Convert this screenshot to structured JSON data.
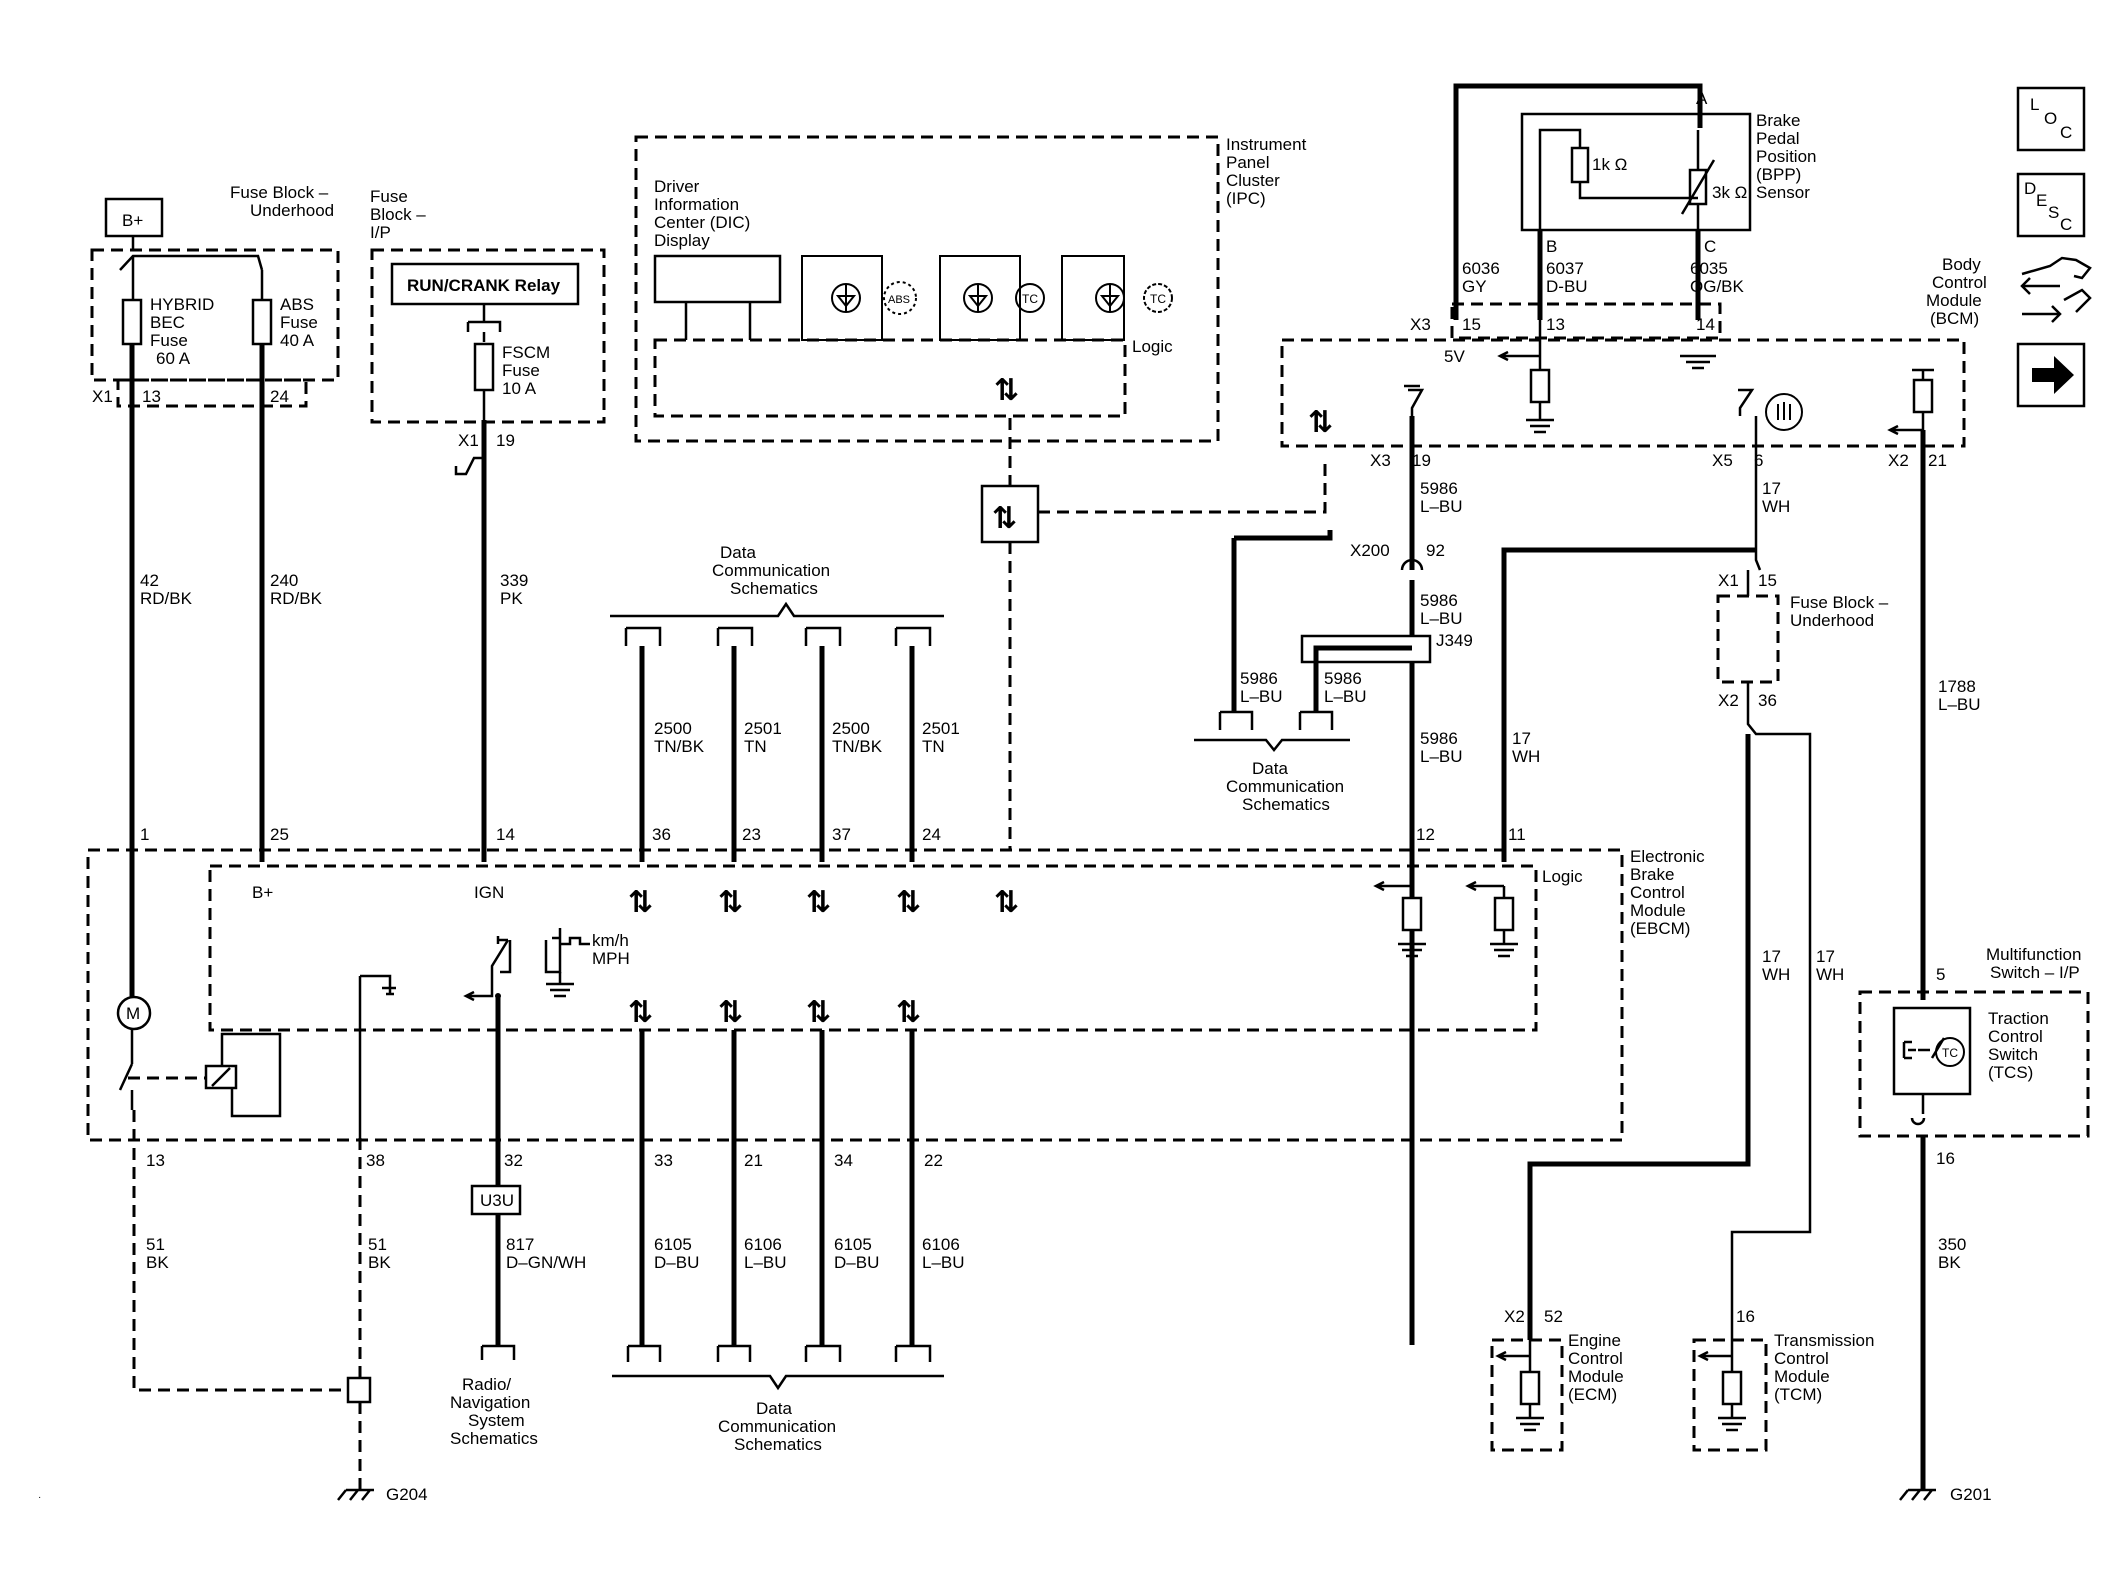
{
  "power": {
    "bplus": "B+"
  },
  "fuse_underhood": {
    "title": [
      "Fuse Block –",
      "Underhood"
    ],
    "hybrid": [
      "HYBRID",
      "BEC",
      "Fuse",
      "60 A"
    ],
    "abs": [
      "ABS",
      "Fuse",
      "40 A"
    ],
    "conn": "X1",
    "pin_a": "13",
    "pin_b": "24"
  },
  "fuse_ip": {
    "title": [
      "Fuse",
      "Block –",
      "I/P"
    ],
    "relay": "RUN/CRANK Relay",
    "fscm": [
      "FSCM",
      "Fuse",
      "10 A"
    ],
    "conn": "X1",
    "pin": "19"
  },
  "ipc": {
    "title": [
      "Instrument",
      "Panel",
      "Cluster",
      "(IPC)"
    ],
    "dic": [
      "Driver",
      "Information",
      "Center (DIC)",
      "Display"
    ],
    "logic": "Logic",
    "icons": [
      "ABS",
      "TC",
      "TC"
    ]
  },
  "bpp": {
    "title": [
      "Brake",
      "Pedal",
      "Position",
      "(BPP)",
      "Sensor"
    ],
    "r1": "1k Ω",
    "r2": "3k Ω",
    "pin_a": "A",
    "pin_b": "B",
    "pin_c": "C"
  },
  "bpp_wires": [
    {
      "circuit": "6036",
      "color": "GY"
    },
    {
      "circuit": "6037",
      "color": "D-BU"
    },
    {
      "circuit": "6035",
      "color": "OG/BK"
    }
  ],
  "bcm": {
    "title": [
      "Body",
      "Control",
      "Module",
      "(BCM)"
    ],
    "x3": "X3",
    "pin15": "15",
    "pin13": "13",
    "pin14": "14",
    "v5": "5V",
    "x3b": "X3",
    "pin19": "19",
    "x5": "X5",
    "pin6": "6",
    "x2": "X2",
    "pin21": "21"
  },
  "wires": {
    "w42": [
      "42",
      "RD/BK"
    ],
    "w240": [
      "240",
      "RD/BK"
    ],
    "w339": [
      "339",
      "PK"
    ],
    "w5986a": [
      "5986",
      "L–BU"
    ],
    "x200": "X200",
    "x200pin": "92",
    "w5986b": [
      "5986",
      "L–BU"
    ],
    "j349": "J349",
    "w5986c": [
      "5986",
      "L–BU"
    ],
    "w5986d": [
      "5986",
      "L–BU"
    ],
    "w5986e": [
      "5986",
      "L–BU"
    ],
    "w17a": [
      "17",
      "WH"
    ],
    "w17b": [
      "17",
      "WH"
    ],
    "w17c": [
      "17",
      "WH"
    ],
    "w17d": [
      "17",
      "WH"
    ],
    "w1788": [
      "1788",
      "L–BU"
    ],
    "w2500a": [
      "2500",
      "TN/BK"
    ],
    "w2501a": [
      "2501",
      "TN"
    ],
    "w2500b": [
      "2500",
      "TN/BK"
    ],
    "w2501b": [
      "2501",
      "TN"
    ],
    "w51a": [
      "51",
      "BK"
    ],
    "w51b": [
      "51",
      "BK"
    ],
    "w817": [
      "817",
      "D–GN/WH"
    ],
    "w6105a": [
      "6105",
      "D–BU"
    ],
    "w6106a": [
      "6106",
      "L–BU"
    ],
    "w6105b": [
      "6105",
      "D–BU"
    ],
    "w6106b": [
      "6106",
      "L–BU"
    ],
    "w350": [
      "350",
      "BK"
    ]
  },
  "fuse_uh2": {
    "title": [
      "Fuse Block –",
      "Underhood"
    ],
    "x1": "X1",
    "p15": "15",
    "x2": "X2",
    "p36": "36"
  },
  "data_comm": [
    "Data",
    "Communication",
    "Schematics"
  ],
  "ebcm": {
    "title": [
      "Electronic",
      "Brake",
      "Control",
      "Module",
      "(EBCM)"
    ],
    "logic": "Logic",
    "top_pins": [
      "1",
      "25",
      "14",
      "36",
      "23",
      "37",
      "24",
      "12",
      "11"
    ],
    "bplus": "B+",
    "ign": "IGN",
    "speed": [
      "km/h",
      "MPH"
    ],
    "bottom_pins": [
      "13",
      "38",
      "32",
      "33",
      "21",
      "34",
      "22"
    ],
    "motor": "M"
  },
  "u3u": "U3U",
  "radio": [
    "Radio/",
    "Navigation",
    "System",
    "Schematics"
  ],
  "grounds": {
    "g204": "G204",
    "g201": "G201"
  },
  "mfs": {
    "title": [
      "Multifunction",
      "Switch – I/P"
    ],
    "pin5": "5",
    "pin16": "16",
    "tcs": [
      "Traction",
      "Control",
      "Switch",
      "(TCS)"
    ],
    "tc": "TC"
  },
  "ecm": {
    "conn": "X2",
    "pin": "52",
    "title": [
      "Engine",
      "Control",
      "Module",
      "(ECM)"
    ]
  },
  "tcm": {
    "pin": "16",
    "title": [
      "Transmission",
      "Control",
      "Module",
      "(TCM)"
    ]
  },
  "nav": {
    "loc": [
      "L",
      "O",
      "C"
    ],
    "desc": [
      "D",
      "E",
      "S",
      "C"
    ]
  }
}
